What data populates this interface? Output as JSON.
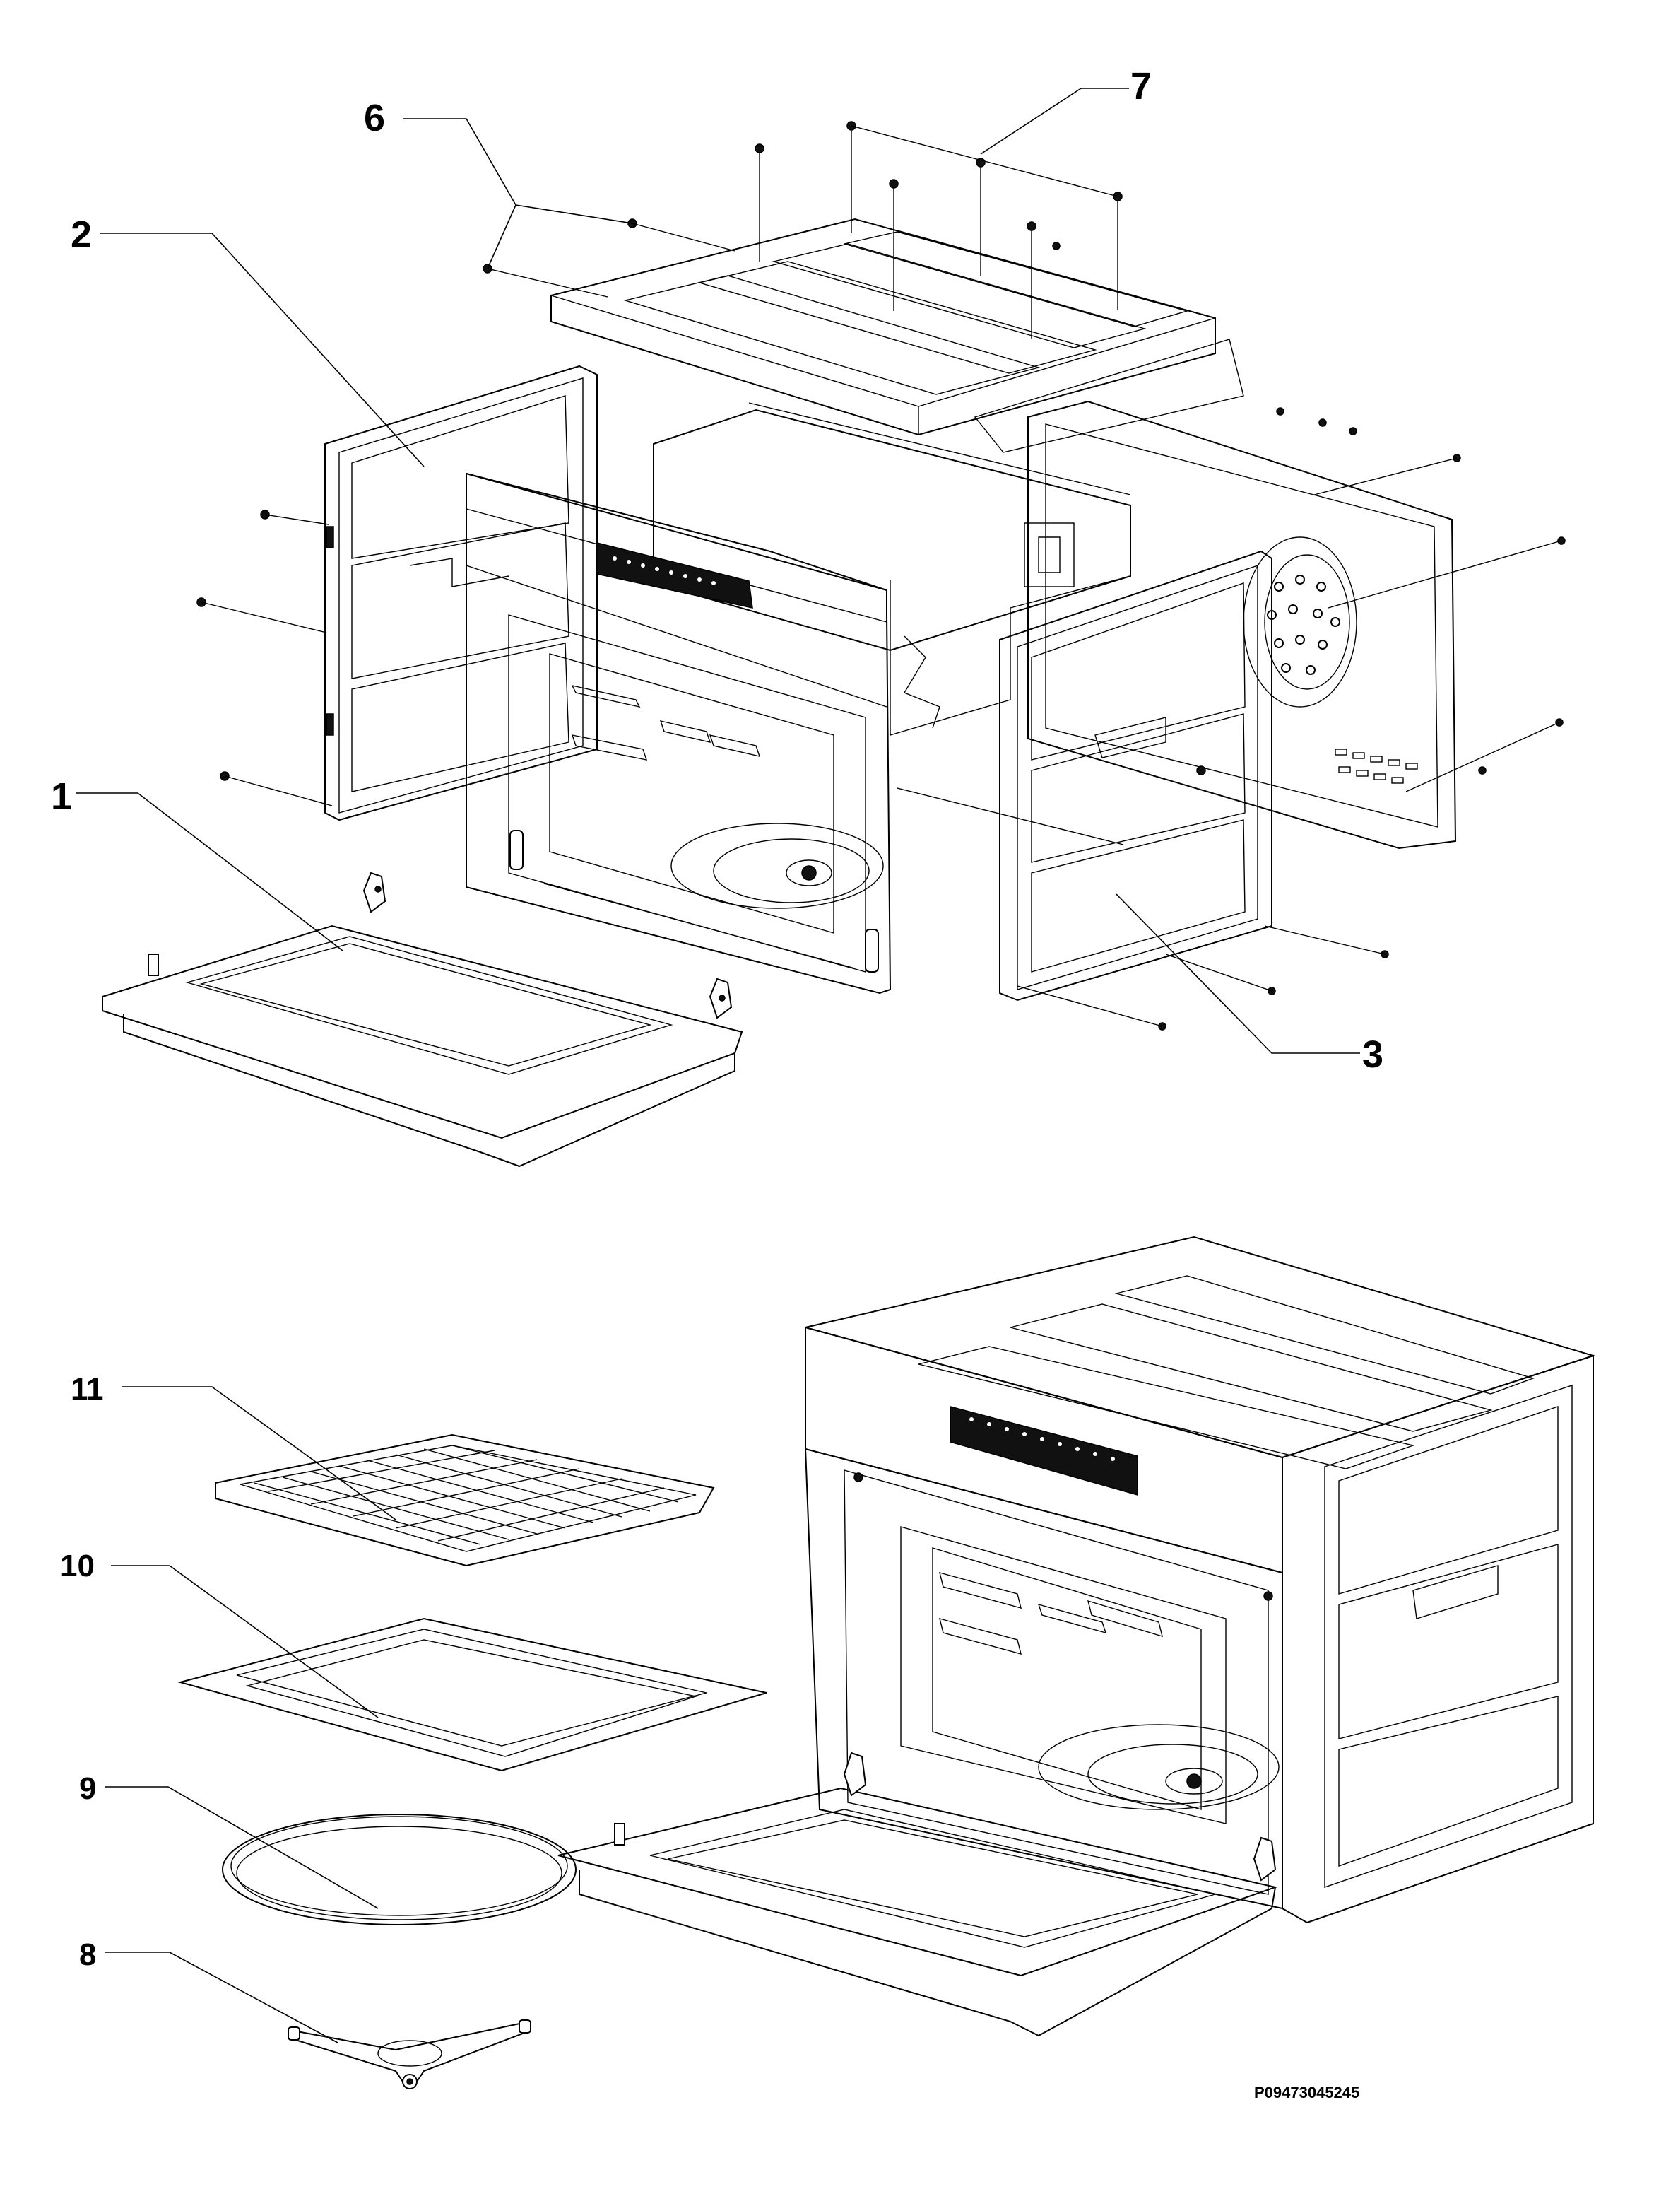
{
  "callouts": {
    "c1": "1",
    "c2": "2",
    "c3": "3",
    "c6": "6",
    "c7": "7",
    "c8": "8",
    "c9": "9",
    "c10": "10",
    "c11": "11"
  },
  "drawing_code": "P09473045245"
}
